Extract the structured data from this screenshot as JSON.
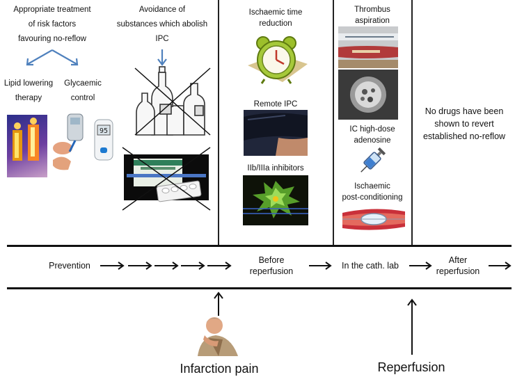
{
  "prevention": {
    "treatment_heading": [
      "Appropriate treatment",
      "of risk factors",
      "favouring no-reflow"
    ],
    "lipid_label": [
      "Lipid lowering",
      "therapy"
    ],
    "glycaemic_label": [
      "Glycaemic",
      "control"
    ],
    "ipc_heading": [
      "Avoidance of",
      "substances which abolish",
      "IPC"
    ],
    "glucometer_reading": "95"
  },
  "before_reperfusion": {
    "ischaemic_time": [
      "Ischaemic time",
      "reduction"
    ],
    "remote_ipc": "Remote IPC",
    "inhibitors": "IIb/IIIa inhibitors"
  },
  "cath_lab": {
    "thrombus": [
      "Thrombus",
      "aspiration"
    ],
    "adenosine": [
      "IC high-dose",
      "adenosine"
    ],
    "postconditioning": [
      "Ischaemic",
      "post-conditioning"
    ]
  },
  "after": {
    "no_drugs": [
      "No drugs have been",
      "shown to revert",
      "established no-reflow"
    ]
  },
  "timeline": {
    "prevention": "Prevention",
    "before": [
      "Before",
      "reperfusion"
    ],
    "cath": "In the cath. lab",
    "after": [
      "After",
      "reperfusion"
    ]
  },
  "events": {
    "infarction": "Infarction pain",
    "reperfusion": "Reperfusion"
  },
  "colors": {
    "blue_arrow": "#4f81bd",
    "line": "#111111"
  }
}
